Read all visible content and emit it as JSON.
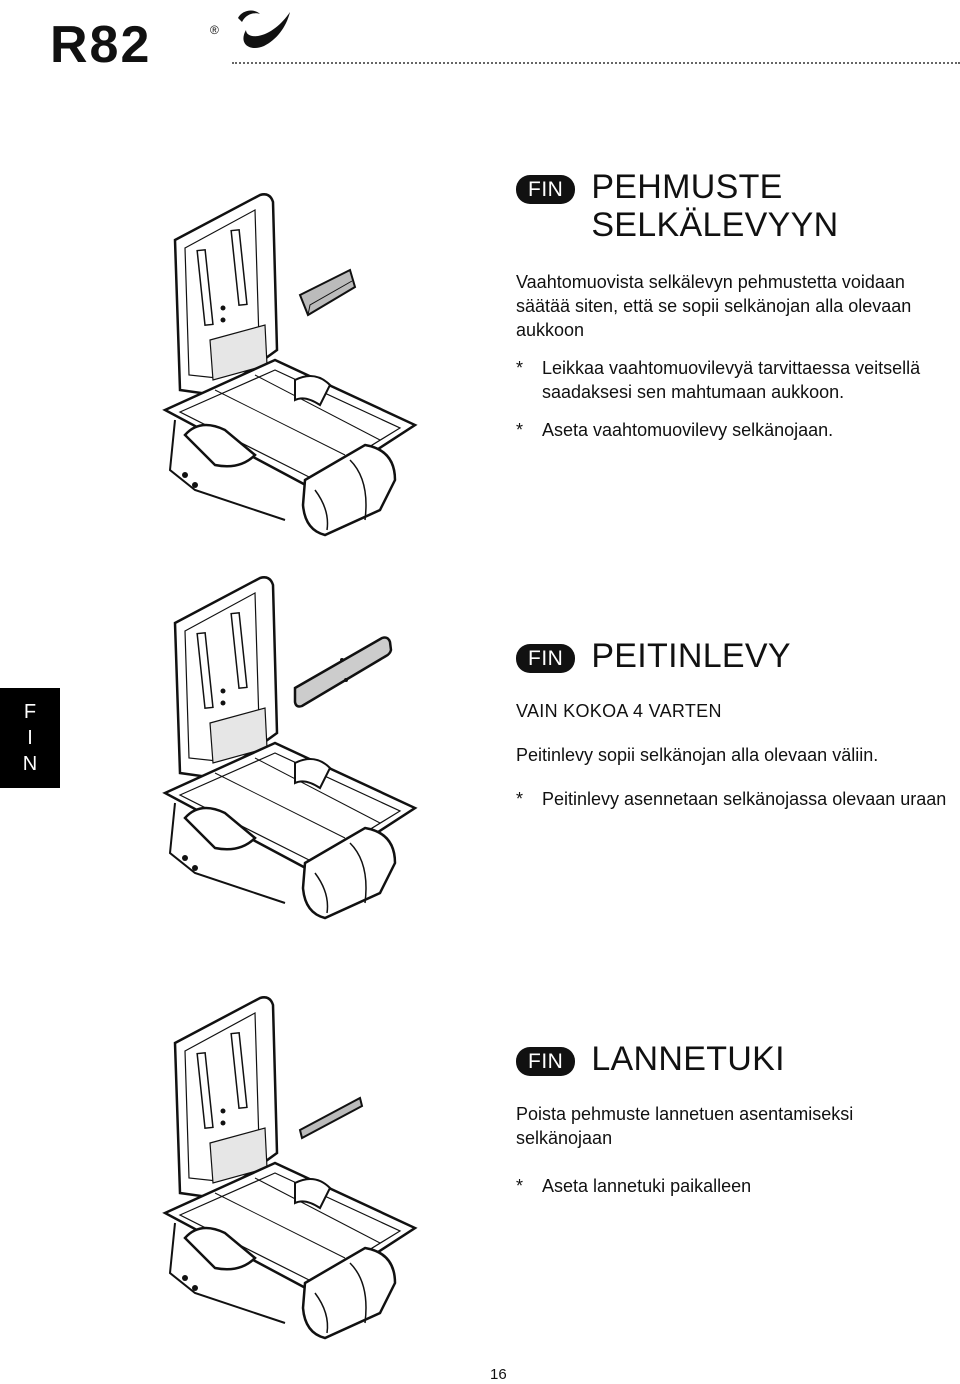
{
  "header": {
    "logo_text": "R82",
    "registered_mark": "®"
  },
  "side_tab": {
    "letters": [
      "F",
      "I",
      "N"
    ]
  },
  "sections": [
    {
      "badge": "FIN",
      "title_lines": [
        "PEHMUSTE",
        "SELKÄLEVYYN"
      ],
      "intro": "Vaahtomuovista selkälevyn pehmustetta voidaan säätää siten, että se sopii selkänojan alla olevaan aukkoon",
      "bullets": [
        "Leikkaa vaahtomuovilevyä tarvittaessa veitsellä saadaksesi sen mahtumaan aukkoon.",
        "Aseta vaahtomuovilevy selkänojaan."
      ]
    },
    {
      "badge": "FIN",
      "title": "PEITINLEVY",
      "subheading": "VAIN KOKOA 4 VARTEN",
      "intro": "Peitinlevy sopii selkänojan alla olevaan väliin.",
      "bullets": [
        "Peitinlevy asennetaan selkänojassa olevaan uraan"
      ]
    },
    {
      "badge": "FIN",
      "title": "LANNETUKI",
      "intro": "Poista pehmuste lannetuen asentamiseksi selkänojaan",
      "bullets": [
        "Aseta lannetuki paikalleen"
      ]
    }
  ],
  "bullet_marker": "*",
  "page_number": "16"
}
